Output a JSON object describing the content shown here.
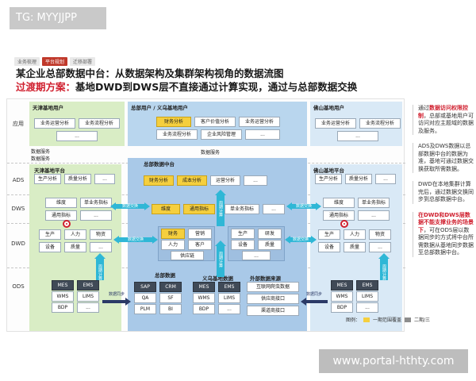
{
  "watermark_top": "TG: MYYJJPP",
  "watermark_bottom": "www.portal-hthty.com",
  "tabs": [
    "业务梳理",
    "平台规划",
    "迁移部署"
  ],
  "title": "某企业总部数据中台：从数据架构及集群架构视角的数据流图",
  "subtitle_prefix": "过渡期方案：",
  "subtitle_rest": "基地DWD到DWS层不直接通过计算实现，通过与总部数据交换",
  "rows": {
    "app": "应用",
    "ads": "ADS",
    "dws": "DWS",
    "dwd": "DWD",
    "ods": "ODS"
  },
  "zones": {
    "tj_user": "天津基地用户",
    "hq_user": "总部用户 / 义乌基地用户",
    "fs_user": "佛山基地用户",
    "tj_platform": "天津基地平台",
    "hq_platform": "总部数据中台",
    "fs_platform": "佛山基地平台",
    "hq_data": "总部数据",
    "yw_data": "义乌基地数据",
    "ext_data": "外部数据来源"
  },
  "app_boxes": {
    "tj": [
      "业务运营分析",
      "业务流程分析",
      "..."
    ],
    "hq": [
      "财务分析",
      "客户价值分析",
      "业务运营分析",
      "业务流程分析",
      "企业风险管理",
      "..."
    ],
    "fs": [
      "业务运营分析",
      "业务流程分析",
      "..."
    ]
  },
  "service_labels": {
    "left": "数据服务",
    "left2": "数据服务",
    "mid": "数据服务"
  },
  "ads_boxes": {
    "tj": [
      "生产分析",
      "质量分析",
      "..."
    ],
    "hq": [
      "财务分析",
      "成本分析",
      "运营分析",
      "..."
    ],
    "fs": [
      "生产分析",
      "质量分析",
      "..."
    ]
  },
  "dws_boxes": {
    "tj": [
      "维度",
      "单业务指标",
      "通用指标",
      "..."
    ],
    "hq": [
      "维度",
      "通用指标",
      "单业务指标",
      "..."
    ],
    "fs": [
      "维度",
      "单业务指标",
      "通用指标",
      "..."
    ]
  },
  "dwd_boxes": {
    "tj": [
      "生产",
      "人力",
      "物资",
      "设备",
      "质量",
      "..."
    ],
    "hq_left": [
      "财务",
      "营销",
      "人力",
      "客户",
      "供应链"
    ],
    "hq_right": [
      "生产",
      "研发",
      "设备",
      "质量",
      "..."
    ],
    "fs": [
      "生产",
      "人力",
      "物资",
      "设备",
      "质量",
      "..."
    ]
  },
  "ods_boxes": {
    "tj": [
      "MES",
      "EMS",
      "WMS",
      "LIMS",
      "BDP",
      "..."
    ],
    "hq": [
      "SAP",
      "CRM",
      "QA",
      "SF",
      "PLM",
      "BI"
    ],
    "yw": [
      "MES",
      "EMS",
      "WMS",
      "LIMS",
      "BDP",
      "..."
    ],
    "ext": [
      "互联网爬虫数据",
      "供应商接口",
      "渠道商接口"
    ],
    "fs": [
      "MES",
      "EMS",
      "WMS",
      "LIMS",
      "BDP",
      "..."
    ]
  },
  "arrows": {
    "exchange": "数据交换",
    "period_calc": "周期计算",
    "sync": "数据同步"
  },
  "notes": [
    {
      "pre": "通过",
      "red": "数据访问权限控制",
      "post": "，总部或基地用户可访问对应主题域的数据及服务。"
    },
    {
      "pre": "ADS及DWS数据以总部数据中台的数据为准，基地可通过",
      "red": "",
      "post": "数据交换获取所需数据。"
    },
    {
      "pre": "DWD在本地集群计算完后，通过数据交换同步到总部数据中台。",
      "red": "",
      "post": ""
    },
    {
      "pre": "",
      "red": "在DWD和DWS层数据不能支撑业务的场景下",
      "post": "，可在ODS层以数据同步的方式将中台所需数据从基地同步数据至总部数据中台。"
    }
  ],
  "legend": {
    "label": "图例：",
    "item1": "一期范围覆盖",
    "item2": "二期/三"
  },
  "colors": {
    "green": "#d9edc5",
    "blue": "#b9d6ee",
    "yellow": "#f5cf3e",
    "arrow": "#2fb7d6",
    "dark": "#404a57",
    "red": "#d01f2e"
  }
}
